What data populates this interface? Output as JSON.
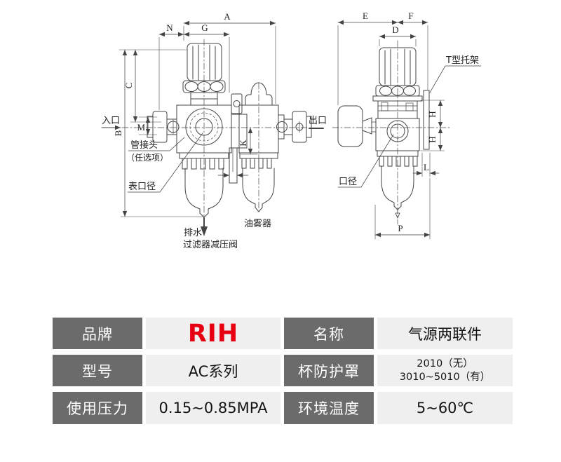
{
  "diagram": {
    "front": {
      "dim_a": "A",
      "dim_n": "N",
      "dim_g": "G",
      "dim_c": "C",
      "dim_b": "B",
      "dim_m": "M",
      "dim_k": "K",
      "inlet": "入口",
      "outlet": "出口",
      "pipe_joint": "管接头",
      "pipe_joint_note": "（任选项）",
      "gauge_port": "表口径",
      "drain": "排水",
      "filter_regulator": "过滤器减压阀",
      "lubricator": "油雾器"
    },
    "side": {
      "dim_e": "E",
      "dim_f": "F",
      "dim_d": "D",
      "dim_h_upper": "H",
      "dim_h_lower": "H",
      "dim_l": "L",
      "dim_p": "P",
      "t_bracket": "T型托架",
      "bore": "口径"
    }
  },
  "spec_table": {
    "rows": [
      {
        "left_label": "品牌",
        "left_value": "RIH",
        "right_label": "名称",
        "right_value": "气源两联件"
      },
      {
        "left_label": "型号",
        "left_value": "AC系列",
        "right_label": "杯防护罩",
        "right_value_line1": "2010（无）",
        "right_value_line2": "3010~5010（有）"
      },
      {
        "left_label": "使用压力",
        "left_value": "0.15~0.85MPA",
        "right_label": "环境温度",
        "right_value": "5~60℃"
      }
    ]
  },
  "colors": {
    "header_bg": "#6b6b6b",
    "value_bg": "#efefef",
    "brand_red": "#e60012"
  }
}
